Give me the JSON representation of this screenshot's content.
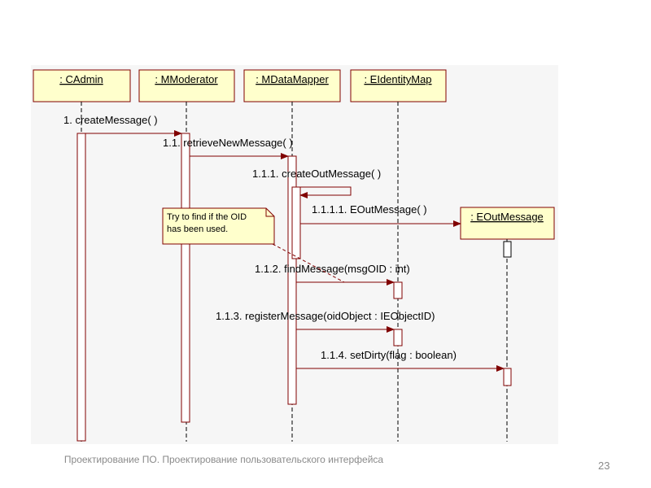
{
  "colors": {
    "lifeline_header_fill": "#ffffcc",
    "border": "#800000",
    "note_fill": "#ffffcc",
    "diagram_background": "#f6f6f6",
    "footer_text": "#8a8a8a"
  },
  "lifelines": [
    {
      "label": ": CAdmin"
    },
    {
      "label": ": MModerator"
    },
    {
      "label": ": MDataMapper"
    },
    {
      "label": ": EIdentityMap"
    },
    {
      "label": ": EOutMessage"
    }
  ],
  "messages": [
    {
      "label": "1. createMessage( )"
    },
    {
      "label": "1.1. retrieveNewMessage( )"
    },
    {
      "label": "1.1.1. createOutMessage( )"
    },
    {
      "label": "1.1.1.1. EOutMessage( )"
    },
    {
      "label": "1.1.2. findMessage(msgOID : int)"
    },
    {
      "label": "1.1.3. registerMessage(oidObject : IEObjectID)"
    },
    {
      "label": "1.1.4. setDirty(flag : boolean)"
    }
  ],
  "note": {
    "line1": "Try to find if the OID",
    "line2": "has been used."
  },
  "footer": {
    "text": "Проектирование ПО. Проектирование пользовательского интерфейса",
    "page_number": "23"
  }
}
